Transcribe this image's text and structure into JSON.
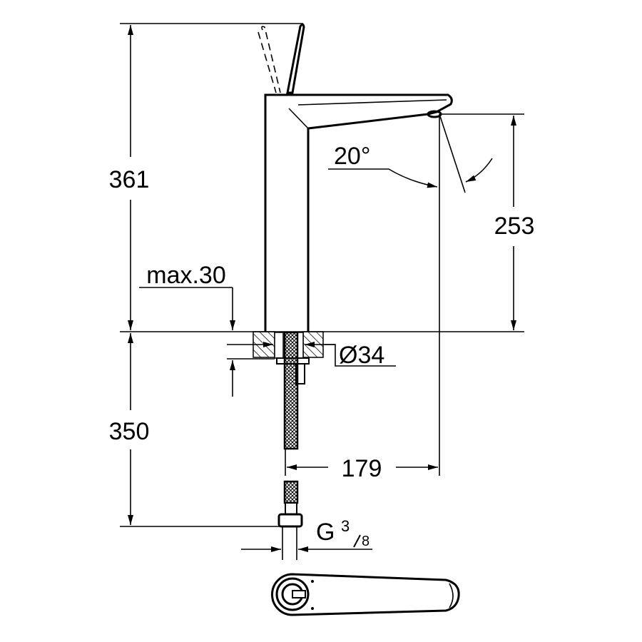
{
  "drawing": {
    "dimensions": {
      "total_height": "361",
      "spout_height": "253",
      "max_deck_thickness": "max.30",
      "hole_diameter": "Ø34",
      "hose_length": "350",
      "projection": "179",
      "angle": "20°",
      "thread": {
        "prefix": "G",
        "numerator": "3",
        "denominator": "8"
      }
    },
    "line_color": "#000000",
    "background": "#ffffff"
  }
}
